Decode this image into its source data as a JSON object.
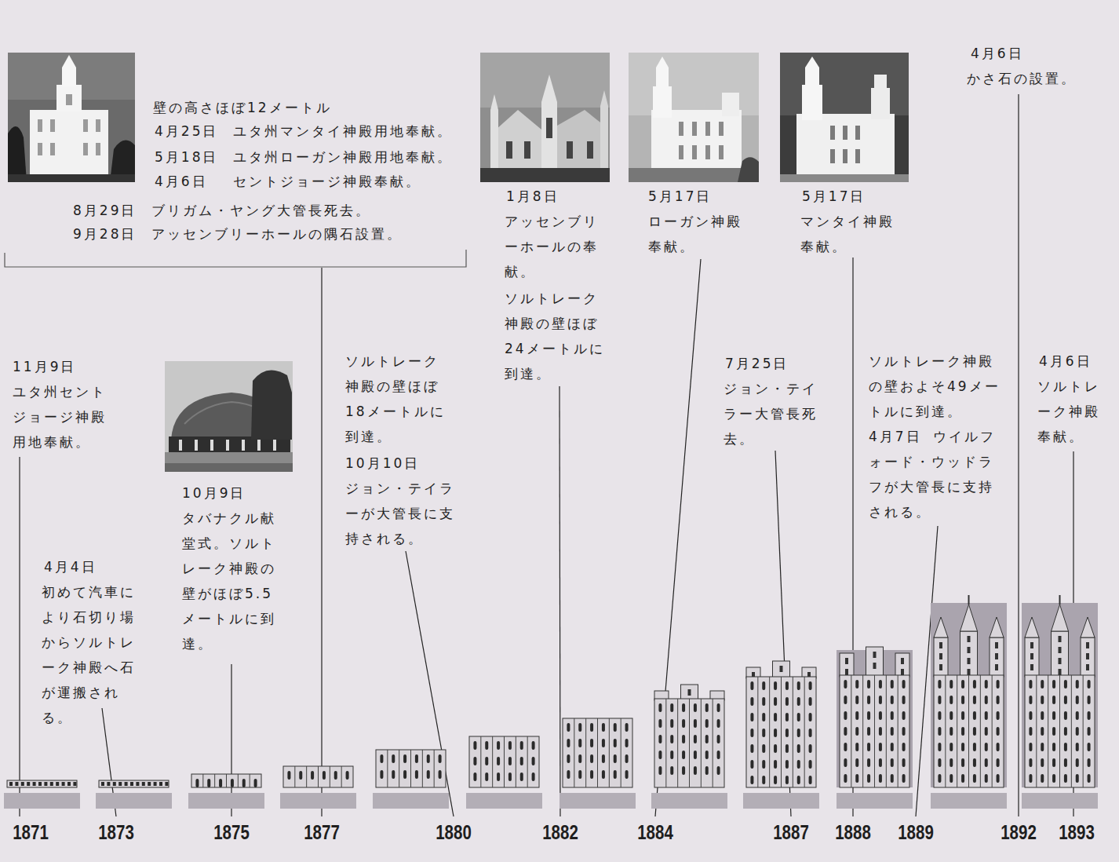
{
  "diagram": {
    "labels": [
      "壁の高さほぼ12メートル",
      "4月25日",
      "ユタ州マンタイ神殿用地奉献。",
      "5月18日",
      "ユタ州ローガン神殿用地奉献。",
      "4月6日",
      "セントジョージ神殿奉献。",
      "8月29日",
      "ブリガム・ヤング大管長死去。",
      "9月28日",
      "アッセンブリーホールの隅石設置。",
      "1月8日",
      "アッセンブリーホールの奉献。",
      "ソルトレーク神殿の壁ほぼ24メートルに到達。",
      "5月17日",
      "ローガン神殿奉献。",
      "5月17日",
      "マンタイ神殿奉献。",
      "4月6日",
      "かさ石の設置。",
      "11月9日",
      "ユタ州セントジョージ神殿用地奉献。",
      "ソルトレーク神殿の壁ほぼ18メートルに到達。",
      "10月10日",
      "ジョン・テイラーが大管長に支持される。",
      "7月25日",
      "ジョン・テイラー大管長死去。",
      "ソルトレーク神殿の壁およそ49メートルに到達。",
      "4月7日",
      "ウイルフォード・ウッドラフが大管長に支持される。",
      "4月6日",
      "ソルトレーク神殿奉献。",
      "10月9日",
      "タバナクル献堂式。ソルトレーク神殿の壁がほぼ5.5メートルに到達。",
      "4月4日",
      "初めて汽車により石切り場からソルトレーク神殿へ石が運搬される。",
      "1871",
      "1873",
      "1875",
      "1877",
      "1880",
      "1882",
      "1884",
      "1887",
      "1888",
      "1889",
      "1892",
      "1893"
    ]
  }
}
